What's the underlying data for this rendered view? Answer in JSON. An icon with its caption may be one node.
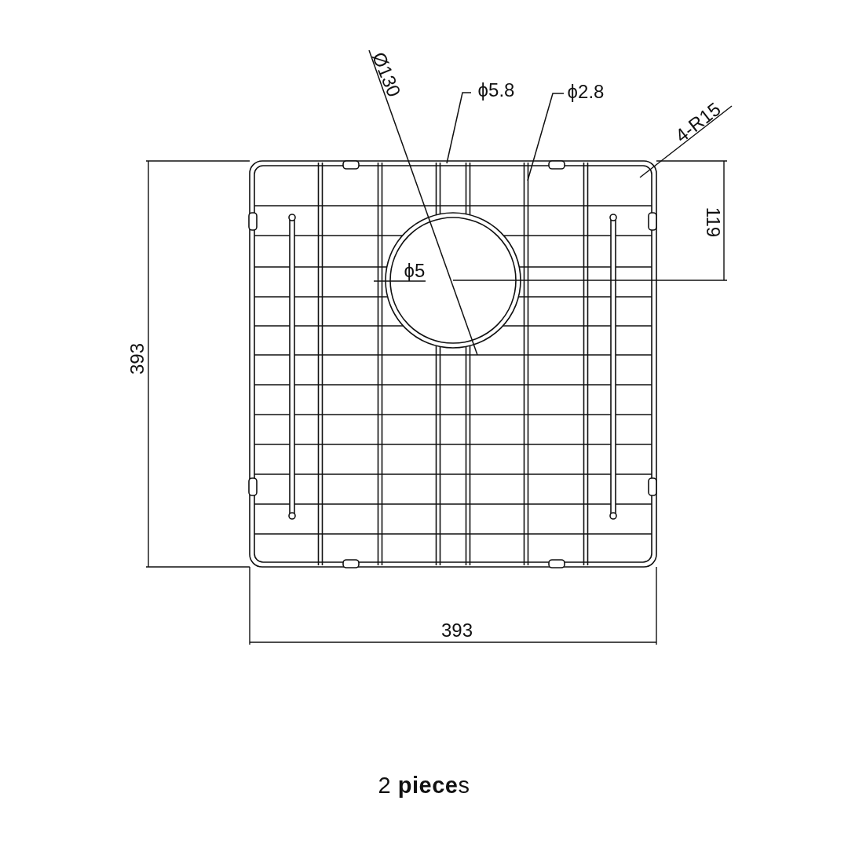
{
  "diagram": {
    "caption": "2 **piece**s",
    "nodes": [
      {
        "text": [
          "Ø130"
        ]
      },
      {
        "text": [
          "ϕ5.8"
        ]
      },
      {
        "text": [
          "ϕ2.8"
        ]
      },
      {
        "text": [
          "4-R15"
        ]
      },
      {
        "text": [
          "ϕ5"
        ]
      }
    ],
    "edges": [
      {
        "from": 0,
        "to": null,
        "arrow": "none"
      },
      {
        "from": 1,
        "to": null,
        "arrow": "none"
      },
      {
        "from": 2,
        "to": null,
        "arrow": "none"
      },
      {
        "from": 3,
        "to": null,
        "arrow": "none"
      },
      {
        "from": 4,
        "to": null,
        "arrow": "none"
      }
    ],
    "labels": [
      "393",
      "119",
      "393"
    ]
  }
}
